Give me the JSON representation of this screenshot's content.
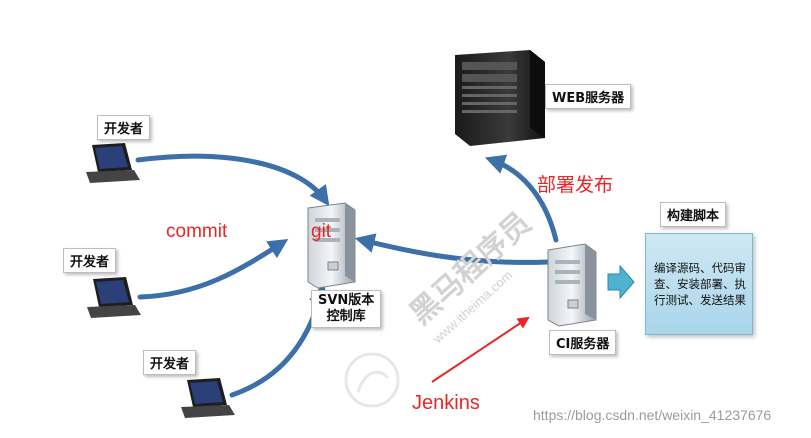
{
  "nodes": {
    "dev_label": "开发者",
    "svn_label": "SVN版本\n控制库",
    "web_label": "WEB服务器",
    "ci_label": "CI服务器",
    "script_title": "构建脚本",
    "script_body": "编译源码、代码审查、安装部署、执行测试、发送结果"
  },
  "annotations": {
    "commit": "commit",
    "git": "git",
    "deploy": "部署发布",
    "jenkins": "Jenkins"
  },
  "watermark": {
    "brand": "黑马程序员",
    "site": "www.itheima.com",
    "credit": "https://blog.csdn.net/weixin_41237676"
  },
  "colors": {
    "arrow": "#3d6fa8",
    "annotation": "#e8262a",
    "box_fill": "#a9d5ea",
    "watermark": "#c0c0c0"
  }
}
